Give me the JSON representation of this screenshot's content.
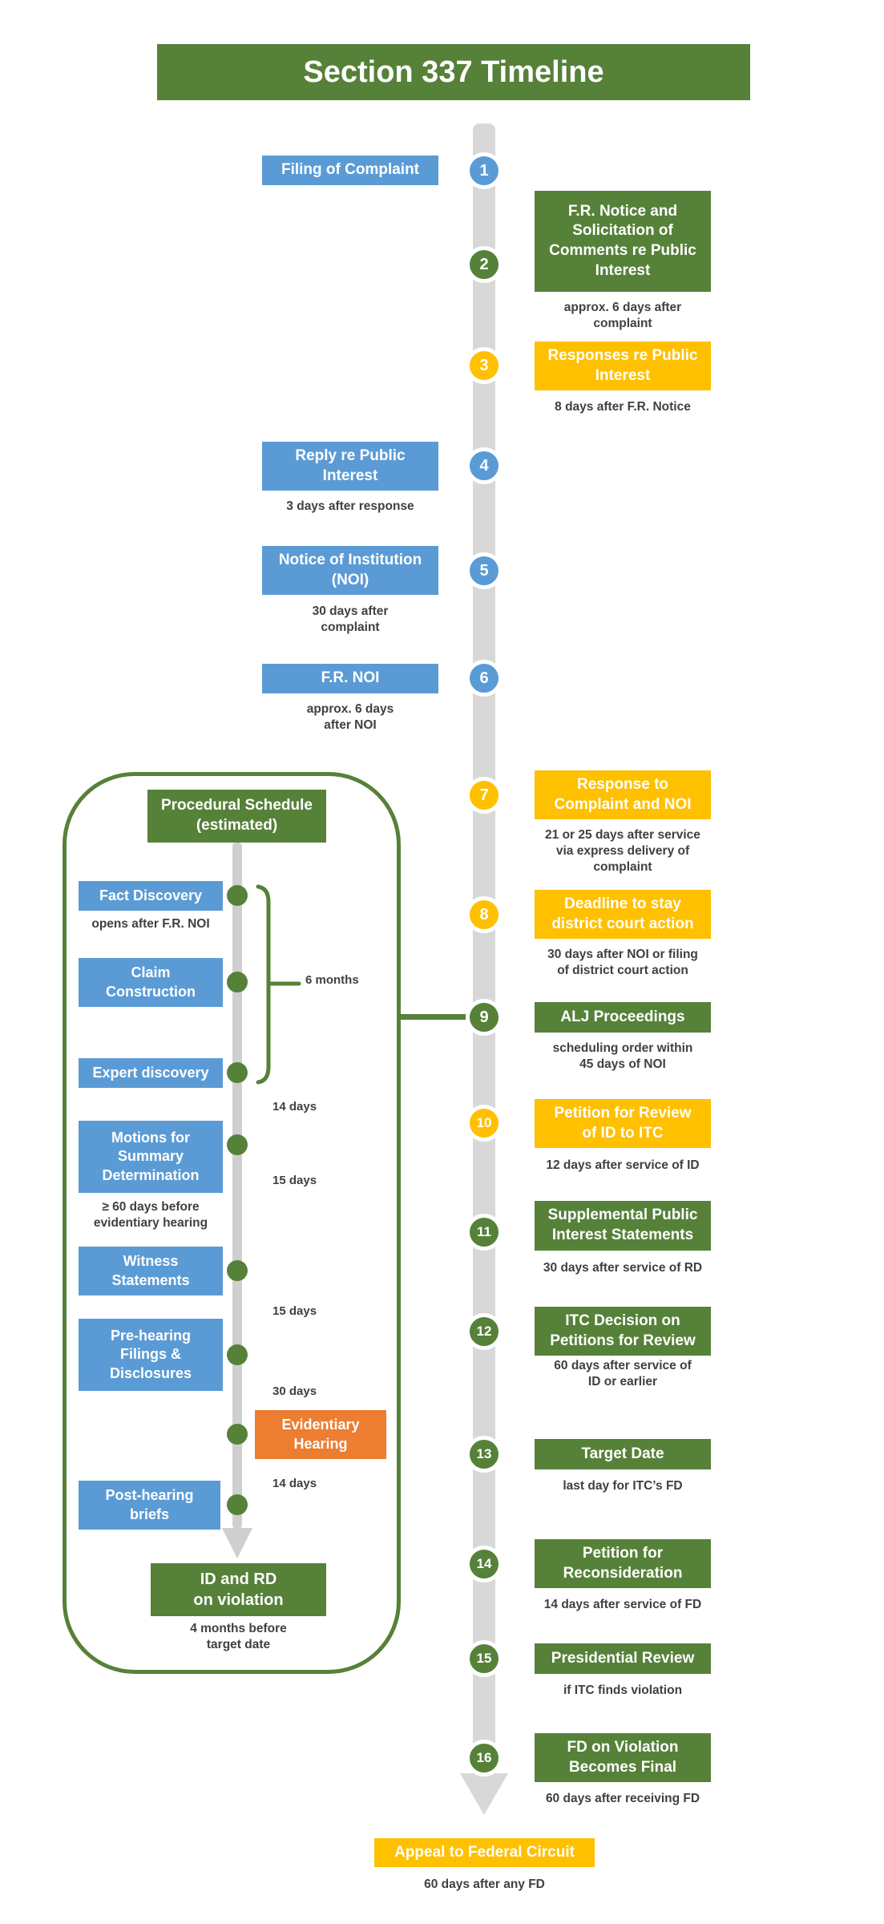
{
  "title": "Section 337 Timeline",
  "colors": {
    "green": "#568139",
    "blue": "#5b9bd5",
    "yellow": "#ffc000",
    "orange": "#ed7d31",
    "timeline_gray": "#d8d8d8",
    "caption_text": "#404040"
  },
  "timeline": {
    "items": [
      {
        "num": "1",
        "color": "blue",
        "side": "left",
        "label": "Filing of Complaint",
        "caption": ""
      },
      {
        "num": "2",
        "color": "green",
        "side": "right",
        "label": "F.R. Notice and\nSolicitation of\nComments re Public\nInterest",
        "caption": "approx. 6 days after\ncomplaint"
      },
      {
        "num": "3",
        "color": "yellow",
        "side": "right",
        "label": "Responses re Public\nInterest",
        "caption": "8 days after F.R. Notice"
      },
      {
        "num": "4",
        "color": "blue",
        "side": "left",
        "label": "Reply re Public\nInterest",
        "caption": "3 days after response"
      },
      {
        "num": "5",
        "color": "blue",
        "side": "left",
        "label": "Notice of Institution\n(NOI)",
        "caption": "30 days after\ncomplaint"
      },
      {
        "num": "6",
        "color": "blue",
        "side": "left",
        "label": "F.R. NOI",
        "caption": "approx. 6 days\nafter NOI"
      },
      {
        "num": "7",
        "color": "yellow",
        "side": "right",
        "label": "Response to\nComplaint and NOI",
        "caption": "21 or 25 days after service\nvia express delivery of\ncomplaint"
      },
      {
        "num": "8",
        "color": "yellow",
        "side": "right",
        "label": "Deadline to stay\ndistrict court action",
        "caption": "30 days after NOI or filing\nof district court action"
      },
      {
        "num": "9",
        "color": "green",
        "side": "right",
        "label": "ALJ Proceedings",
        "caption": "scheduling order within\n45 days of NOI"
      },
      {
        "num": "10",
        "color": "yellow",
        "side": "right",
        "label": "Petition for Review\nof ID to ITC",
        "caption": "12 days after service of ID"
      },
      {
        "num": "11",
        "color": "green",
        "side": "right",
        "label": "Supplemental Public\nInterest Statements",
        "caption": "30 days after service of RD"
      },
      {
        "num": "12",
        "color": "green",
        "side": "right",
        "label": "ITC Decision on\nPetitions for Review",
        "caption": "60 days after service of\nID or earlier"
      },
      {
        "num": "13",
        "color": "green",
        "side": "right",
        "label": "Target Date",
        "caption": "last day for ITC’s FD"
      },
      {
        "num": "14",
        "color": "green",
        "side": "right",
        "label": "Petition for\nReconsideration",
        "caption": "14 days after service of FD"
      },
      {
        "num": "15",
        "color": "green",
        "side": "right",
        "label": "Presidential Review",
        "caption": "if ITC finds violation"
      },
      {
        "num": "16",
        "color": "green",
        "side": "right",
        "label": "FD on Violation\nBecomes Final",
        "caption": "60 days after receiving FD"
      }
    ]
  },
  "procedural": {
    "header": "Procedural Schedule\n(estimated)",
    "items": [
      {
        "label": "Fact Discovery",
        "caption": "opens after F.R. NOI"
      },
      {
        "label": "Claim\nConstruction",
        "caption": ""
      },
      {
        "label": "Expert discovery",
        "caption": ""
      },
      {
        "label": "Motions for\nSummary\nDetermination",
        "caption": "≥ 60 days before\nevidentiary hearing"
      },
      {
        "label": "Witness\nStatements",
        "caption": ""
      },
      {
        "label": "Pre-hearing\nFilings &\nDisclosures",
        "caption": ""
      },
      {
        "label": "Evidentiary\nHearing",
        "caption": ""
      },
      {
        "label": "Post-hearing\nbriefs",
        "caption": ""
      }
    ],
    "intervals": [
      "14 days",
      "15 days",
      "15 days",
      "30 days",
      "14 days"
    ],
    "bracket_label": "6 months",
    "final_box": {
      "label": "ID and RD\non violation",
      "caption": "4 months before\ntarget date"
    }
  },
  "appeal": {
    "label": "Appeal to Federal Circuit",
    "caption": "60 days after any FD"
  }
}
